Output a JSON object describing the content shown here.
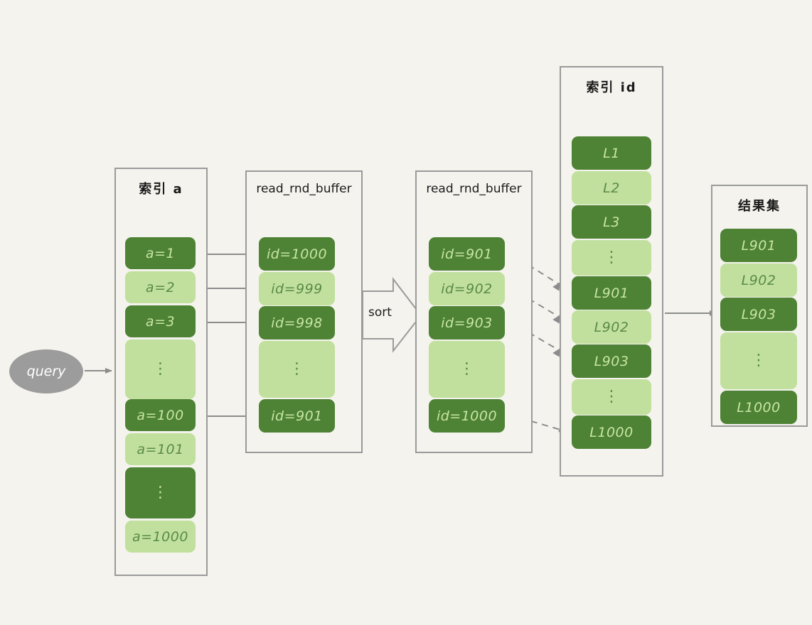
{
  "diagram": {
    "title_visible": false,
    "background_color": "#f4f3ee",
    "colors": {
      "dark_green": "#4e8234",
      "light_green": "#c1e09d",
      "dark_text": "#c7e6a4",
      "light_text": "#5a8a48",
      "border_gray": "#9a9a9a",
      "arrow_gray": "#8c8c8c",
      "query_gray": "#9c9c9c"
    },
    "query_node": {
      "label": "query"
    },
    "sort_arrow": {
      "label": "sort"
    },
    "panels": [
      {
        "id": "index-a",
        "title": "索引 a",
        "title_style": "cn",
        "cells": [
          {
            "label": "a=1",
            "shade": "dark"
          },
          {
            "label": "a=2",
            "shade": "light"
          },
          {
            "label": "a=3",
            "shade": "dark"
          },
          {
            "label": "⋮",
            "shade": "light"
          },
          {
            "label": "a=100",
            "shade": "dark"
          },
          {
            "label": "a=101",
            "shade": "light"
          },
          {
            "label": "⋮",
            "shade": "dark"
          },
          {
            "label": "a=1000",
            "shade": "light"
          }
        ]
      },
      {
        "id": "read-rnd-buffer-1",
        "title": "read_rnd_buffer",
        "title_style": "mono",
        "cells": [
          {
            "label": "id=1000",
            "shade": "dark"
          },
          {
            "label": "id=999",
            "shade": "light"
          },
          {
            "label": "id=998",
            "shade": "dark"
          },
          {
            "label": "⋮",
            "shade": "light"
          },
          {
            "label": "id=901",
            "shade": "dark"
          }
        ]
      },
      {
        "id": "read-rnd-buffer-2",
        "title": "read_rnd_buffer",
        "title_style": "mono",
        "cells": [
          {
            "label": "id=901",
            "shade": "dark"
          },
          {
            "label": "id=902",
            "shade": "light"
          },
          {
            "label": "id=903",
            "shade": "dark"
          },
          {
            "label": "⋮",
            "shade": "light"
          },
          {
            "label": "id=1000",
            "shade": "dark"
          }
        ]
      },
      {
        "id": "index-id",
        "title": "索引 id",
        "title_style": "cn",
        "cells": [
          {
            "label": "L1",
            "shade": "dark"
          },
          {
            "label": "L2",
            "shade": "light"
          },
          {
            "label": "L3",
            "shade": "dark"
          },
          {
            "label": "⋮",
            "shade": "light"
          },
          {
            "label": "L901",
            "shade": "dark"
          },
          {
            "label": "L902",
            "shade": "light"
          },
          {
            "label": "L903",
            "shade": "dark"
          },
          {
            "label": "⋮",
            "shade": "light"
          },
          {
            "label": "L1000",
            "shade": "dark"
          }
        ]
      },
      {
        "id": "result-set",
        "title": "结果集",
        "title_style": "cn",
        "cells": [
          {
            "label": "L901",
            "shade": "dark"
          },
          {
            "label": "L902",
            "shade": "light"
          },
          {
            "label": "L903",
            "shade": "dark"
          },
          {
            "label": "⋮",
            "shade": "light"
          },
          {
            "label": "L1000",
            "shade": "dark"
          }
        ]
      }
    ]
  }
}
